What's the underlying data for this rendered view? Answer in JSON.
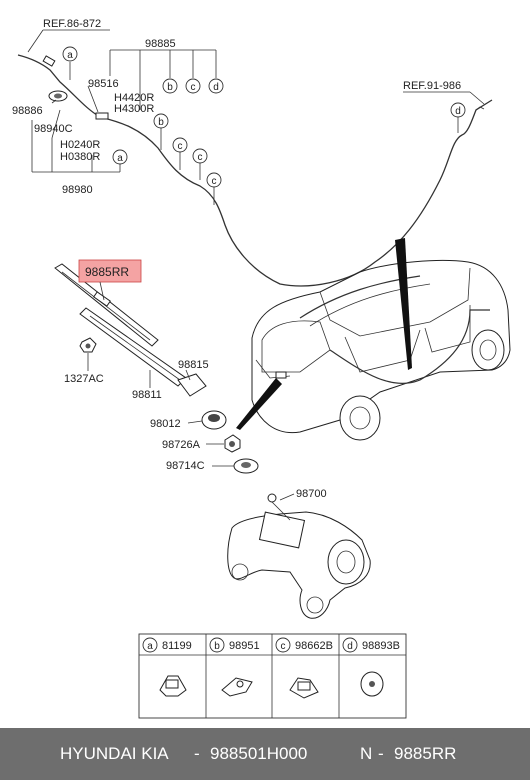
{
  "refs": {
    "ref_top": "REF.86-872",
    "ref_right": "REF.91-986"
  },
  "labels": {
    "p98885": "98885",
    "p98516": "98516",
    "p98886": "98886",
    "p98940C": "98940C",
    "h4420r": "H4420R",
    "h4300r": "H4300R",
    "h0240r": "H0240R",
    "h0380r": "H0380R",
    "p98980": "98980",
    "p9885RR": "9885RR",
    "p98815": "98815",
    "p1327AC": "1327AC",
    "p98811": "98811",
    "p98012": "98012",
    "p98726A": "98726A",
    "p98714C": "98714C",
    "p98700": "98700"
  },
  "callouts": {
    "a": "a",
    "b": "b",
    "c": "c",
    "d": "d"
  },
  "legend": [
    {
      "key": "a",
      "part": "81199"
    },
    {
      "key": "b",
      "part": "98951"
    },
    {
      "key": "c",
      "part": "98662B"
    },
    {
      "key": "d",
      "part": "98893B"
    }
  ],
  "highlight_color": "#f4a3a3",
  "footer": {
    "brand": "HYUNDAI  KIA",
    "dash1": "-",
    "oem": "988501H000",
    "n": "N",
    "dash2": "-",
    "code": "9885RR"
  }
}
